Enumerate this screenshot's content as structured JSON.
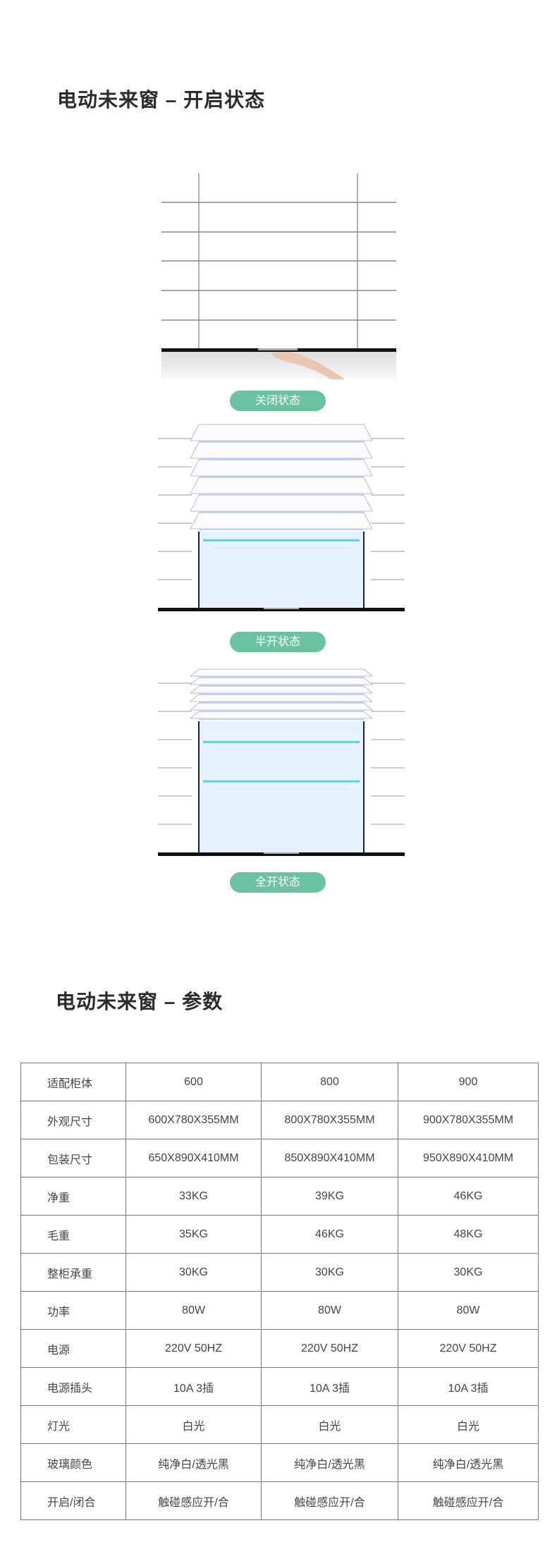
{
  "section1": {
    "title": "电动未来窗 – 开启状态",
    "states": [
      {
        "label": "关闭状态"
      },
      {
        "label": "半开状态"
      },
      {
        "label": "全开状态"
      }
    ]
  },
  "section2": {
    "title": "电动未来窗 – 参数"
  },
  "colors": {
    "accent": "#6bc2a0",
    "glow": "#49d9f0"
  },
  "params": {
    "rows": [
      [
        "适配柜体",
        "600",
        "800",
        "900"
      ],
      [
        "外观尺寸",
        "600X780X355MM",
        "800X780X355MM",
        "900X780X355MM"
      ],
      [
        "包装尺寸",
        "650X890X410MM",
        "850X890X410MM",
        "950X890X410MM"
      ],
      [
        "净重",
        "33KG",
        "39KG",
        "46KG"
      ],
      [
        "毛重",
        "35KG",
        "46KG",
        "48KG"
      ],
      [
        "整柜承重",
        "30KG",
        "30KG",
        "30KG"
      ],
      [
        "功率",
        "80W",
        "80W",
        "80W"
      ],
      [
        "电源",
        "220V 50HZ",
        "220V 50HZ",
        "220V 50HZ"
      ],
      [
        "电源插头",
        "10A 3插",
        "10A 3插",
        "10A 3插"
      ],
      [
        "灯光",
        "白光",
        "白光",
        "白光"
      ],
      [
        "玻璃颜色",
        "纯净白/透光黑",
        "纯净白/透光黑",
        "纯净白/透光黑"
      ],
      [
        "开启/闭合",
        "触碰感应开/合",
        "触碰感应开/合",
        "触碰感应开/合"
      ]
    ]
  }
}
